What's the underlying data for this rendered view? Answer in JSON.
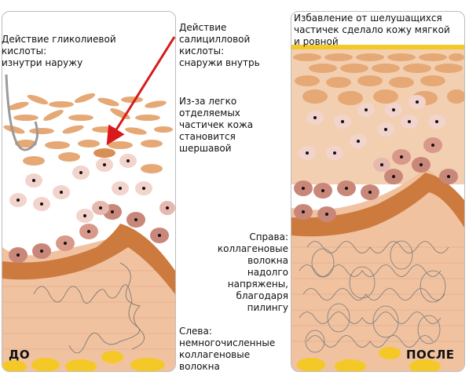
{
  "labels": {
    "glycolic": [
      "Действие гликолиевой",
      "кислоты:",
      "изнутри наружу"
    ],
    "salicylic": [
      "Действие",
      "салицилловой",
      "кислоты:",
      "снаружи внутрь"
    ],
    "rough": [
      "Из-за легко",
      "отделяемых",
      "частичек кожа",
      "становится",
      "шершавой"
    ],
    "exfoliation": [
      "Избавление от шелушащихся",
      "частичек сделало кожу мягкой",
      "и ровной"
    ],
    "collagen_right": [
      "Справа:",
      "коллагеновые",
      "волокна",
      "надолго",
      "напряжены,",
      "благодаря",
      "пилингу"
    ],
    "collagen_left": [
      "Слева:",
      "немногочисленные",
      "коллагеновые",
      "волокна"
    ],
    "before": "ДО",
    "after": "ПОСЛЕ"
  },
  "colors": {
    "arrow": "#d9191c",
    "epidermis_band": "#cc7a3e",
    "dermis": "#f1c4a4",
    "fat": "#f4c927",
    "flake": "#e6a874"
  }
}
